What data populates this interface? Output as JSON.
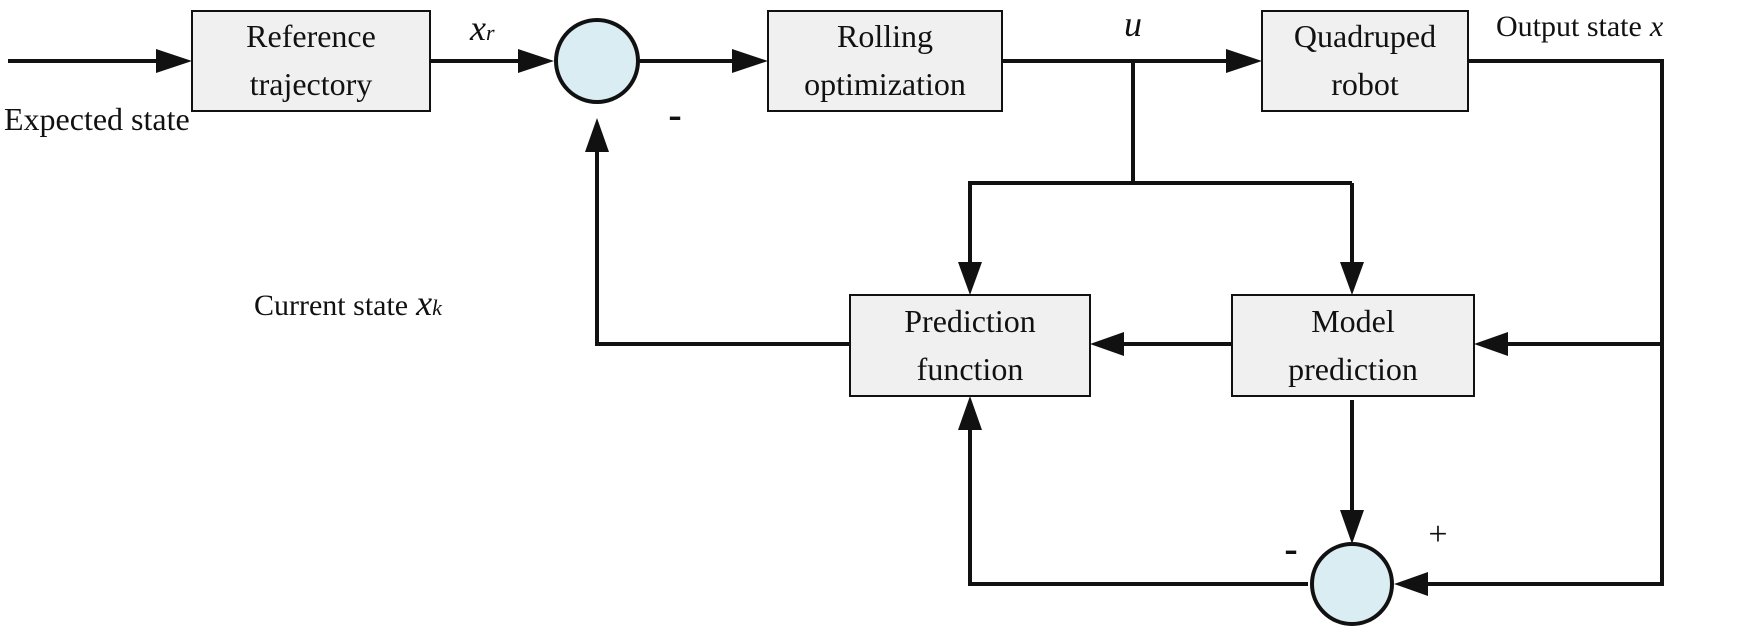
{
  "blocks": {
    "reference_trajectory": {
      "line1": "Reference",
      "line2": "trajectory"
    },
    "rolling_optimization": {
      "line1": "Rolling",
      "line2": "optimization"
    },
    "quadruped_robot": {
      "line1": "Quadruped",
      "line2": "robot"
    },
    "prediction_function": {
      "line1": "Prediction",
      "line2": "function"
    },
    "model_prediction": {
      "line1": "Model",
      "line2": "prediction"
    }
  },
  "labels": {
    "expected_state": "Expected state",
    "reference_symbol": "x",
    "reference_subscript": "r",
    "control_symbol": "u",
    "output_state": "Output state",
    "output_symbol": "x",
    "current_state": "Current state",
    "current_symbol": "x",
    "current_subscript": "k"
  },
  "signs": {
    "top_junction_minus": "-",
    "bottom_junction_minus": "-",
    "bottom_junction_plus": "+"
  },
  "colors": {
    "block_fill": "#f0f0f0",
    "junction_fill": "#daedf3",
    "line": "#111111"
  }
}
